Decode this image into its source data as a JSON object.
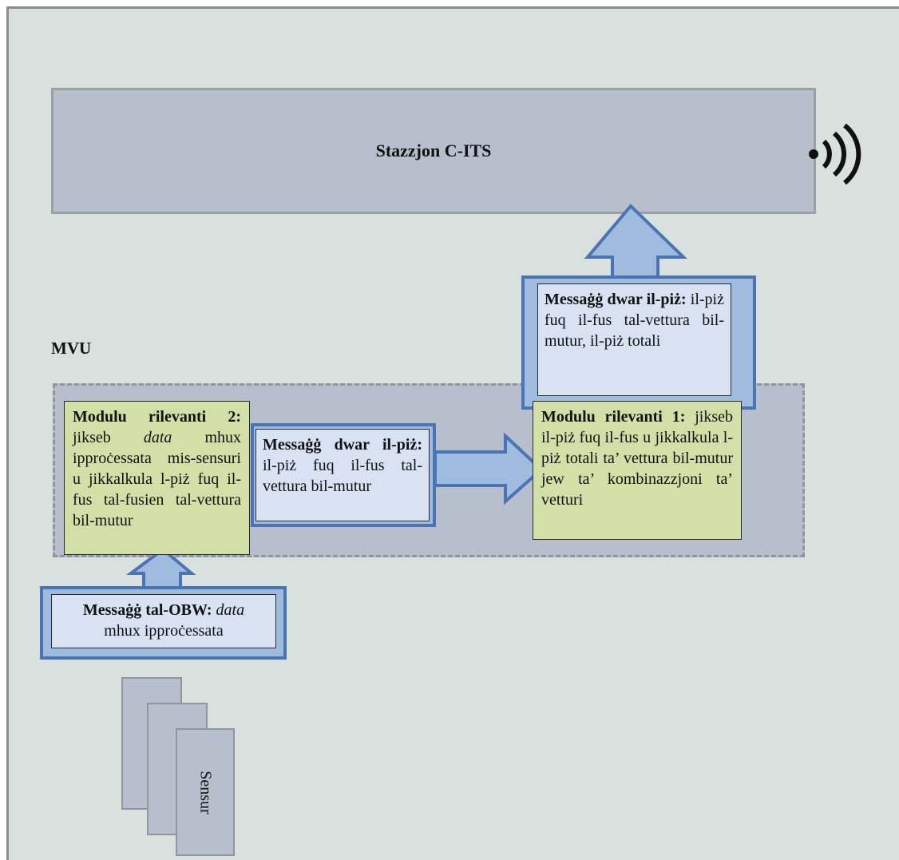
{
  "station": {
    "title": "Stazzjon C-ITS"
  },
  "mvu": {
    "label": "MVU"
  },
  "module2": {
    "title": "Modulu rilevanti 2:",
    "text_a": "jikseb",
    "text_italic": "data",
    "text_b": "mhux ipproċessata mis-sen­suri u jikkalkula l-piż fuq il-fus tal-fusien tal-vettura bil-mutur"
  },
  "module1": {
    "title": "Modulu rilevanti 1:",
    "text": "jikseb il-piż fuq il-fus u jikkalkula l-piż totali ta’ vettura bil-mutur jew ta’ kombinazzjoni ta’ vetturi"
  },
  "message_mid": {
    "title": "Messaġġ dwar il-piż:",
    "text": "il-piż fuq il-fus tal-vettura bil-mutur"
  },
  "message_top": {
    "title": "Messaġġ dwar il-piż:",
    "text": "il-piż fuq il-fus tal-vettura bil-mutur, il-piż totali"
  },
  "message_obw": {
    "title": "Messaġġ tal-OBW:",
    "text_italic": "data",
    "text": "mhux ipproċessata"
  },
  "sensor": {
    "label": "Sensur"
  },
  "icons": {
    "wireless": "wireless-signal-icon"
  },
  "colors": {
    "background": "#d8e1dd",
    "box_gray": "#b6bfcb",
    "module_green": "#d3dfa6",
    "message_blue": "#d8e2f2",
    "arrow_fill": "#9fbbde",
    "arrow_stroke": "#4a74b3"
  }
}
